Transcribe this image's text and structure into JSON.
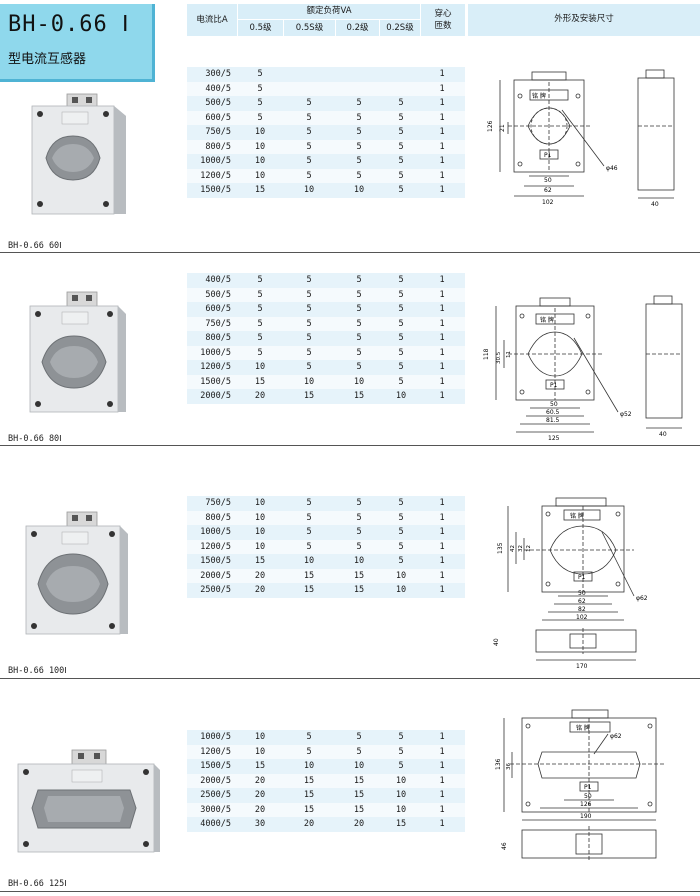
{
  "title": {
    "main": "BH-0.66 Ⅰ",
    "sub": "型电流互感器"
  },
  "table_header": {
    "ratio": "电流比A",
    "load_group": "额定负荷VA",
    "class_05": "0.5级",
    "class_05s": "0.5S级",
    "class_02": "0.2级",
    "class_02s": "0.2S级",
    "turns_line1": "穿心",
    "turns_line2": "匝数",
    "dims": "外形及安装尺寸"
  },
  "sections": [
    {
      "label": "BH-0.66 60Ⅰ",
      "rows": [
        [
          "300/5",
          "5",
          "",
          "",
          "",
          "1"
        ],
        [
          "400/5",
          "5",
          "",
          "",
          "",
          "1"
        ],
        [
          "500/5",
          "5",
          "5",
          "5",
          "5",
          "1"
        ],
        [
          "600/5",
          "5",
          "5",
          "5",
          "5",
          "1"
        ],
        [
          "750/5",
          "10",
          "5",
          "5",
          "5",
          "1"
        ],
        [
          "800/5",
          "10",
          "5",
          "5",
          "5",
          "1"
        ],
        [
          "1000/5",
          "10",
          "5",
          "5",
          "5",
          "1"
        ],
        [
          "1200/5",
          "10",
          "5",
          "5",
          "5",
          "1"
        ],
        [
          "1500/5",
          "15",
          "10",
          "10",
          "5",
          "1"
        ]
      ],
      "dims": {
        "h": "126",
        "h2": "21",
        "d1": "50",
        "d2": "62",
        "d3": "102",
        "phi": "φ46",
        "depth": "40",
        "plate": "铭 牌",
        "p1": "P1"
      }
    },
    {
      "label": "BH-0.66 80Ⅰ",
      "rows": [
        [
          "400/5",
          "5",
          "5",
          "5",
          "5",
          "1"
        ],
        [
          "500/5",
          "5",
          "5",
          "5",
          "5",
          "1"
        ],
        [
          "600/5",
          "5",
          "5",
          "5",
          "5",
          "1"
        ],
        [
          "750/5",
          "5",
          "5",
          "5",
          "5",
          "1"
        ],
        [
          "800/5",
          "5",
          "5",
          "5",
          "5",
          "1"
        ],
        [
          "1000/5",
          "5",
          "5",
          "5",
          "5",
          "1"
        ],
        [
          "1200/5",
          "10",
          "5",
          "5",
          "5",
          "1"
        ],
        [
          "1500/5",
          "15",
          "10",
          "10",
          "5",
          "1"
        ],
        [
          "2000/5",
          "20",
          "15",
          "15",
          "10",
          "1"
        ]
      ],
      "dims": {
        "h": "118",
        "h2": "30.5",
        "h3": "11",
        "d1": "50",
        "d2": "60.5",
        "d3": "81.5",
        "d4": "125",
        "phi": "φ52",
        "depth": "40",
        "plate": "铭 牌",
        "p1": "P1"
      }
    },
    {
      "label": "BH-0.66 100Ⅰ",
      "rows": [
        [
          "750/5",
          "10",
          "5",
          "5",
          "5",
          "1"
        ],
        [
          "800/5",
          "10",
          "5",
          "5",
          "5",
          "1"
        ],
        [
          "1000/5",
          "10",
          "5",
          "5",
          "5",
          "1"
        ],
        [
          "1200/5",
          "10",
          "5",
          "5",
          "5",
          "1"
        ],
        [
          "1500/5",
          "15",
          "10",
          "10",
          "5",
          "1"
        ],
        [
          "2000/5",
          "20",
          "15",
          "15",
          "10",
          "1"
        ],
        [
          "2500/5",
          "20",
          "15",
          "15",
          "10",
          "1"
        ]
      ],
      "dims": {
        "h": "135",
        "h2": "42",
        "h3": "32",
        "h4": "12",
        "d1": "50",
        "d2": "62",
        "d3": "82",
        "d4": "102",
        "phi": "φ62",
        "depth": "40",
        "width": "170",
        "plate": "铭 牌",
        "p1": "P1"
      }
    },
    {
      "label": "BH-0.66 125Ⅰ",
      "rows": [
        [
          "1000/5",
          "10",
          "5",
          "5",
          "5",
          "1"
        ],
        [
          "1200/5",
          "10",
          "5",
          "5",
          "5",
          "1"
        ],
        [
          "1500/5",
          "15",
          "10",
          "10",
          "5",
          "1"
        ],
        [
          "2000/5",
          "20",
          "15",
          "15",
          "10",
          "1"
        ],
        [
          "2500/5",
          "20",
          "15",
          "15",
          "10",
          "1"
        ],
        [
          "3000/5",
          "20",
          "15",
          "15",
          "10",
          "1"
        ],
        [
          "4000/5",
          "30",
          "20",
          "20",
          "15",
          "1"
        ]
      ],
      "dims": {
        "h": "136",
        "h2": "36",
        "d1": "50",
        "d2": "126",
        "d3": "190",
        "phi": "φ62",
        "depth": "46",
        "plate": "铭 牌",
        "p1": "P1"
      }
    }
  ]
}
